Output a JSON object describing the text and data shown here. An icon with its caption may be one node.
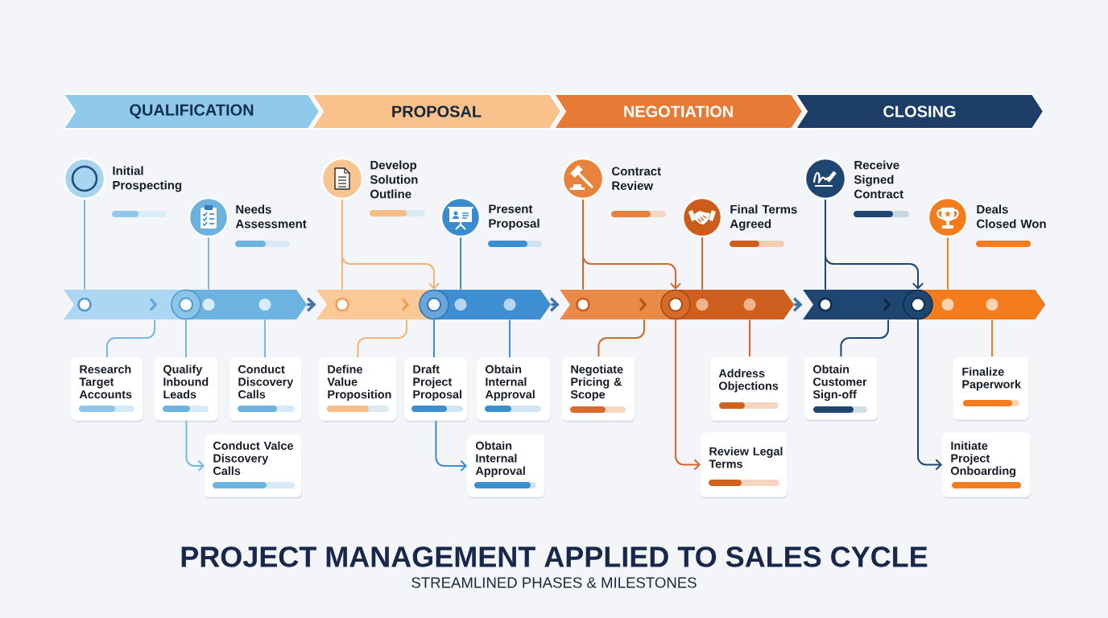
{
  "diagram": {
    "title": "PROJECT MANAGEMENT APPLIED TO SALES CYCLE",
    "caption": "STREAMLINED PHASES & MILESTONES",
    "nodes": [
      {
        "text": [
          "QUALIFICATION"
        ]
      },
      {
        "text": [
          "PROPOSAL"
        ]
      },
      {
        "text": [
          "NEGOTIATION"
        ]
      },
      {
        "text": [
          "CLOSING"
        ]
      },
      {
        "text": [],
        "shape": "circle",
        "beside": [
          "Initial Prospecting"
        ]
      },
      {
        "text": [],
        "shape": "circle",
        "beside": [
          "Needs Assessment"
        ]
      },
      {
        "text": [],
        "shape": "circle",
        "beside": [
          "Develop Solution Outline"
        ]
      },
      {
        "text": [],
        "shape": "circle",
        "beside": [
          "Present Proposal"
        ]
      },
      {
        "text": [],
        "shape": "circle",
        "beside": [
          "Contract Review"
        ]
      },
      {
        "text": [],
        "shape": "circle",
        "beside": [
          "Final Terms Agreed"
        ]
      },
      {
        "text": [],
        "shape": "circle",
        "beside": [
          "Receive Signed Contract"
        ]
      },
      {
        "text": [],
        "shape": "circle",
        "beside": [
          "Deals Closed Won"
        ]
      },
      {
        "text": [],
        "shape": "bar"
      },
      {
        "text": [],
        "shape": "bar"
      },
      {
        "text": [],
        "shape": "bar"
      },
      {
        "text": [],
        "shape": "bar"
      },
      {
        "text": [],
        "shape": "circle",
        "in": 12
      },
      {
        "text": [],
        "shape": "circle",
        "in": 13
      },
      {
        "text": [],
        "shape": "circle",
        "in": 14
      },
      {
        "text": [],
        "shape": "circle",
        "in": 15
      },
      {
        "text": [
          "Research Target Accounts"
        ]
      },
      {
        "text": [
          "Qualify Inbound Leads"
        ]
      },
      {
        "text": [
          "Conduct Discovery Calls"
        ]
      },
      {
        "text": [
          "Conduct Valce Discovery Calls"
        ]
      },
      {
        "text": [
          "Define Value Proposition"
        ]
      },
      {
        "text": [
          "Draft Project Proposal"
        ]
      },
      {
        "text": [
          "Obtain Internal Approval"
        ]
      },
      {
        "text": [
          "Obtain Internal Approval"
        ]
      },
      {
        "text": [
          "Negotiate Pricing & Scope"
        ]
      },
      {
        "text": [
          "Address Objections"
        ]
      },
      {
        "text": [
          "Review Legal Terms"
        ]
      },
      {
        "text": [
          "Obtain Customer Sign-off"
        ]
      },
      {
        "text": [
          "Finalize Paperwork"
        ]
      },
      {
        "text": [
          "Initiate Project Onboarding"
        ]
      }
    ],
    "edges": [
      {
        "from": 4,
        "to": 12,
        "arrow": "none",
        "color": "#79b7e1"
      },
      {
        "from": 5,
        "to": 12,
        "arrow": "none",
        "color": "#79b7e1"
      },
      {
        "from": 12,
        "to": 20,
        "arrow": "none",
        "color": "#79b7e1"
      },
      {
        "from": 16,
        "to": 21,
        "arrow": "none",
        "color": "#79b7e1"
      },
      {
        "from": 12,
        "to": 22,
        "arrow": "none",
        "color": "#79b7e1"
      },
      {
        "from": 21,
        "to": 23,
        "arrow": "to",
        "color": "#79b7e1"
      },
      {
        "from": 6,
        "to": 13,
        "arrow": "none",
        "color": "#f2b277"
      },
      {
        "from": 6,
        "to": 17,
        "arrow": "to",
        "color": "#f2b277"
      },
      {
        "from": 7,
        "to": 13,
        "arrow": "none",
        "color": "#3a8fd0"
      },
      {
        "from": 13,
        "to": 24,
        "arrow": "none",
        "color": "#f2b277"
      },
      {
        "from": 17,
        "to": 25,
        "arrow": "none",
        "color": "#3a8fd0"
      },
      {
        "from": 13,
        "to": 26,
        "arrow": "none",
        "color": "#3a8fd0"
      },
      {
        "from": 25,
        "to": 27,
        "arrow": "to",
        "color": "#3a8fd0"
      },
      {
        "from": 8,
        "to": 14,
        "arrow": "none",
        "color": "#d2672a"
      },
      {
        "from": 8,
        "to": 18,
        "arrow": "to",
        "color": "#d2672a"
      },
      {
        "from": 9,
        "to": 14,
        "arrow": "none",
        "color": "#d2672a"
      },
      {
        "from": 14,
        "to": 28,
        "arrow": "none",
        "color": "#d2672a"
      },
      {
        "from": 18,
        "to": 30,
        "arrow": "to",
        "color": "#d2672a"
      },
      {
        "from": 14,
        "to": 29,
        "arrow": "none",
        "color": "#d2672a"
      },
      {
        "from": 10,
        "to": 15,
        "arrow": "none",
        "color": "#1f4670"
      },
      {
        "from": 10,
        "to": 19,
        "arrow": "to",
        "color": "#1f4670"
      },
      {
        "from": 11,
        "to": 15,
        "arrow": "none",
        "color": "#f47c1c"
      },
      {
        "from": 15,
        "to": 31,
        "arrow": "none",
        "color": "#1f4670"
      },
      {
        "from": 19,
        "to": 33,
        "arrow": "to",
        "color": "#1f4670"
      },
      {
        "from": 15,
        "to": 32,
        "arrow": "none",
        "color": "#f47c1c"
      },
      {
        "from": 12,
        "to": 13,
        "arrow": "to",
        "color": "#3f72a6"
      },
      {
        "from": 13,
        "to": 14,
        "arrow": "to",
        "color": "#3f72a6"
      },
      {
        "from": 14,
        "to": 15,
        "arrow": "to",
        "color": "#3f72a6"
      }
    ]
  }
}
